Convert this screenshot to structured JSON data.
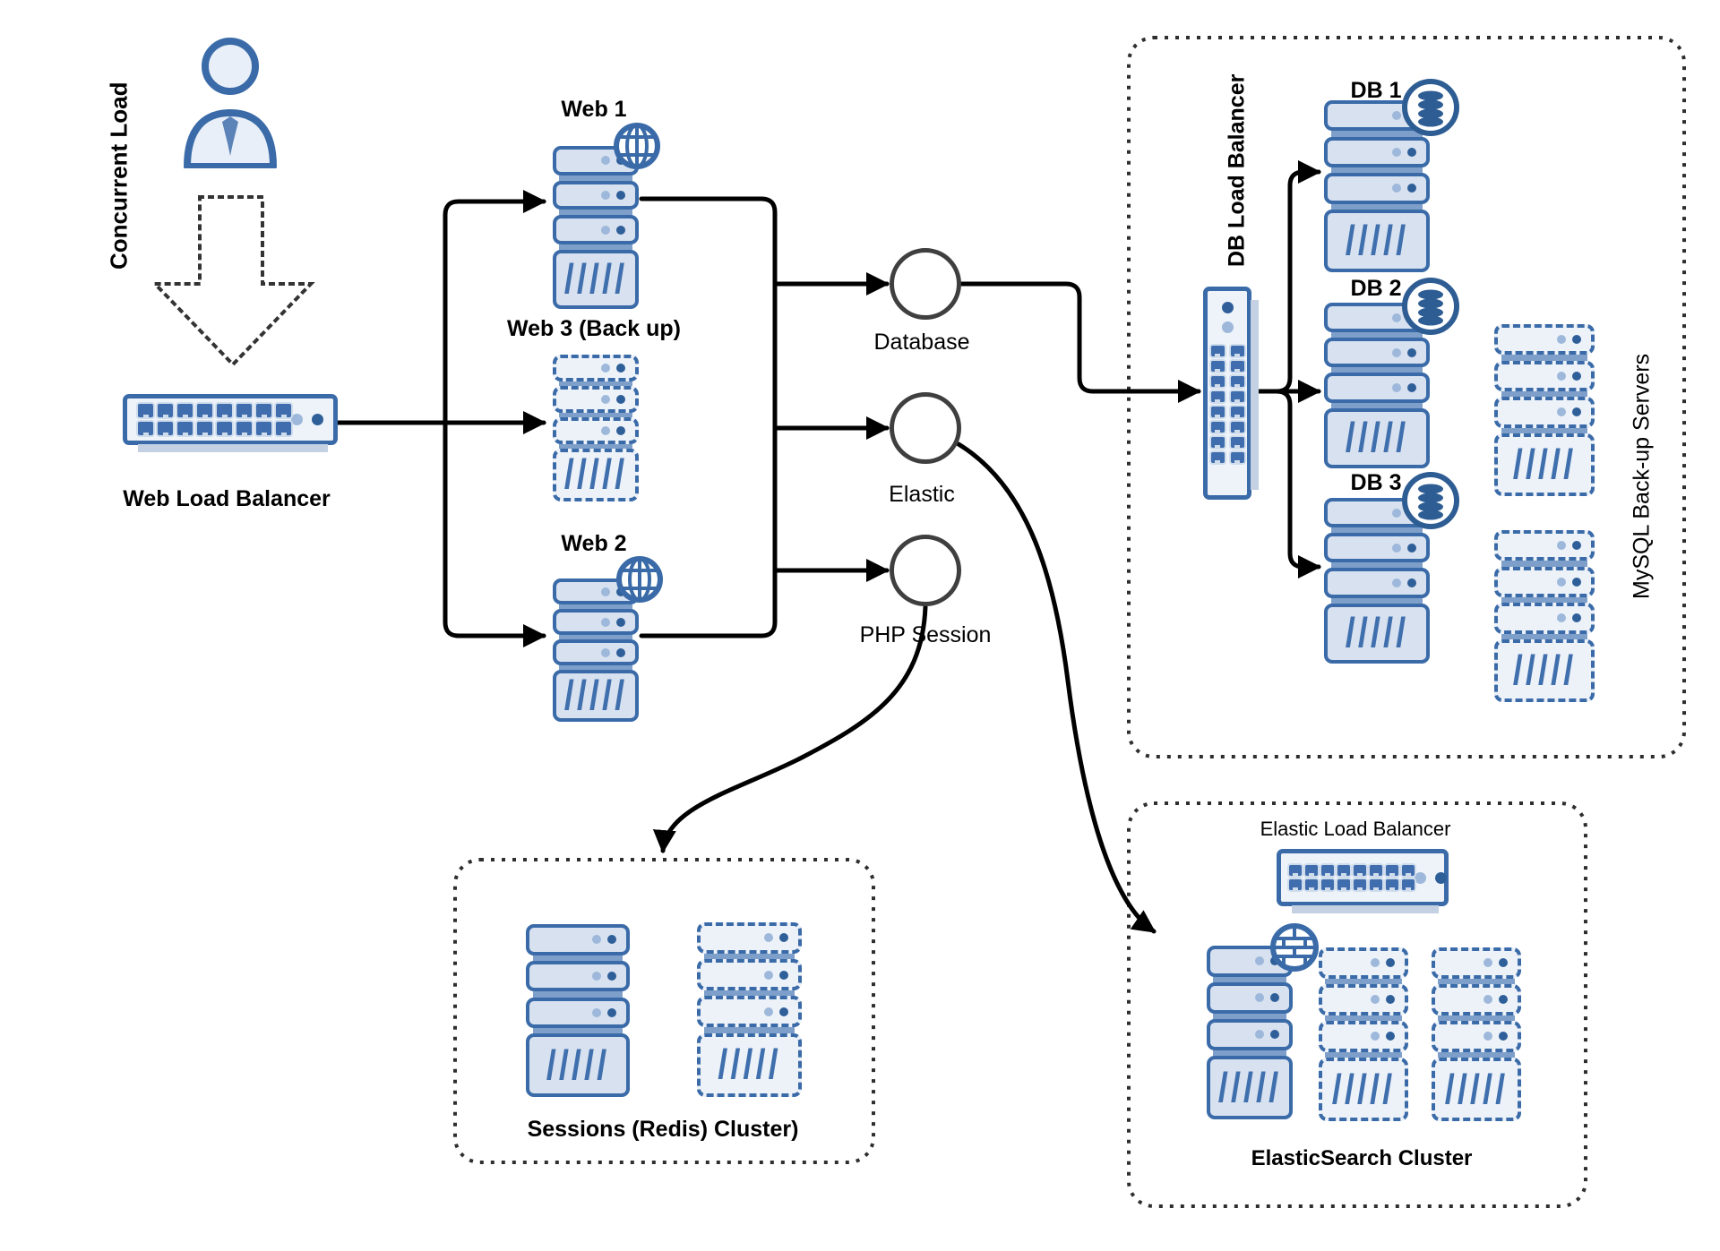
{
  "nodes": {
    "concurrent_load": "Concurrent Load",
    "web_load_balancer": "Web Load Balancer",
    "web1": "Web 1",
    "web3": "Web 3 (Back up)",
    "web2": "Web 2",
    "database": "Database",
    "elastic": "Elastic",
    "php_session": "PHP Session",
    "db_load_balancer": "DB Load Balancer",
    "db1": "DB 1",
    "db2": "DB 2",
    "db3": "DB 3",
    "mysql_backup": "MySQL Back-up Servers",
    "sessions_cluster": "Sessions (Redis) Cluster)",
    "elastic_load_balancer": "Elastic Load Balancer",
    "elasticsearch_cluster": "ElasticSearch Cluster"
  },
  "icons": {
    "person": "user-icon",
    "globe": "globe-icon",
    "database_stack": "database-icon",
    "firewall": "firewall-icon",
    "server": "rack-server-icon",
    "switch": "network-switch-icon",
    "server_hatch_glyph": "/////"
  },
  "colors": {
    "accent": "#3a6ba8",
    "slab": "#d8e1f0",
    "slab_light": "#edf2f9",
    "band": "#7e9fc9",
    "dot_light": "#9db8da",
    "dot_dark": "#2f5f99",
    "hatch": "#3f6fad",
    "switch_fill": "#eef3fa",
    "port": "#3f6dad",
    "port_pad": "#cfdcec",
    "shadow": "#c3d1e3",
    "node_stroke": "#3f3f3f",
    "dotted": "#2e2e2e",
    "db_icon": "#2e5d94",
    "person_fill": "#e9eff8",
    "tie": "#5b83b8",
    "wire": "#000000"
  },
  "edges": [
    {
      "from": "concurrent-load",
      "to": "web-load-balancer"
    },
    {
      "from": "web-load-balancer",
      "to": "web-1"
    },
    {
      "from": "web-load-balancer",
      "to": "web-3-backup"
    },
    {
      "from": "web-load-balancer",
      "to": "web-2"
    },
    {
      "from": "web-servers",
      "to": "database"
    },
    {
      "from": "web-servers",
      "to": "elastic"
    },
    {
      "from": "web-servers",
      "to": "php-session"
    },
    {
      "from": "database",
      "to": "db-load-balancer"
    },
    {
      "from": "db-load-balancer",
      "to": "db-1"
    },
    {
      "from": "db-load-balancer",
      "to": "db-2"
    },
    {
      "from": "db-load-balancer",
      "to": "db-3"
    },
    {
      "from": "php-session",
      "to": "sessions-redis-cluster"
    },
    {
      "from": "elastic",
      "to": "elasticsearch-cluster"
    }
  ]
}
